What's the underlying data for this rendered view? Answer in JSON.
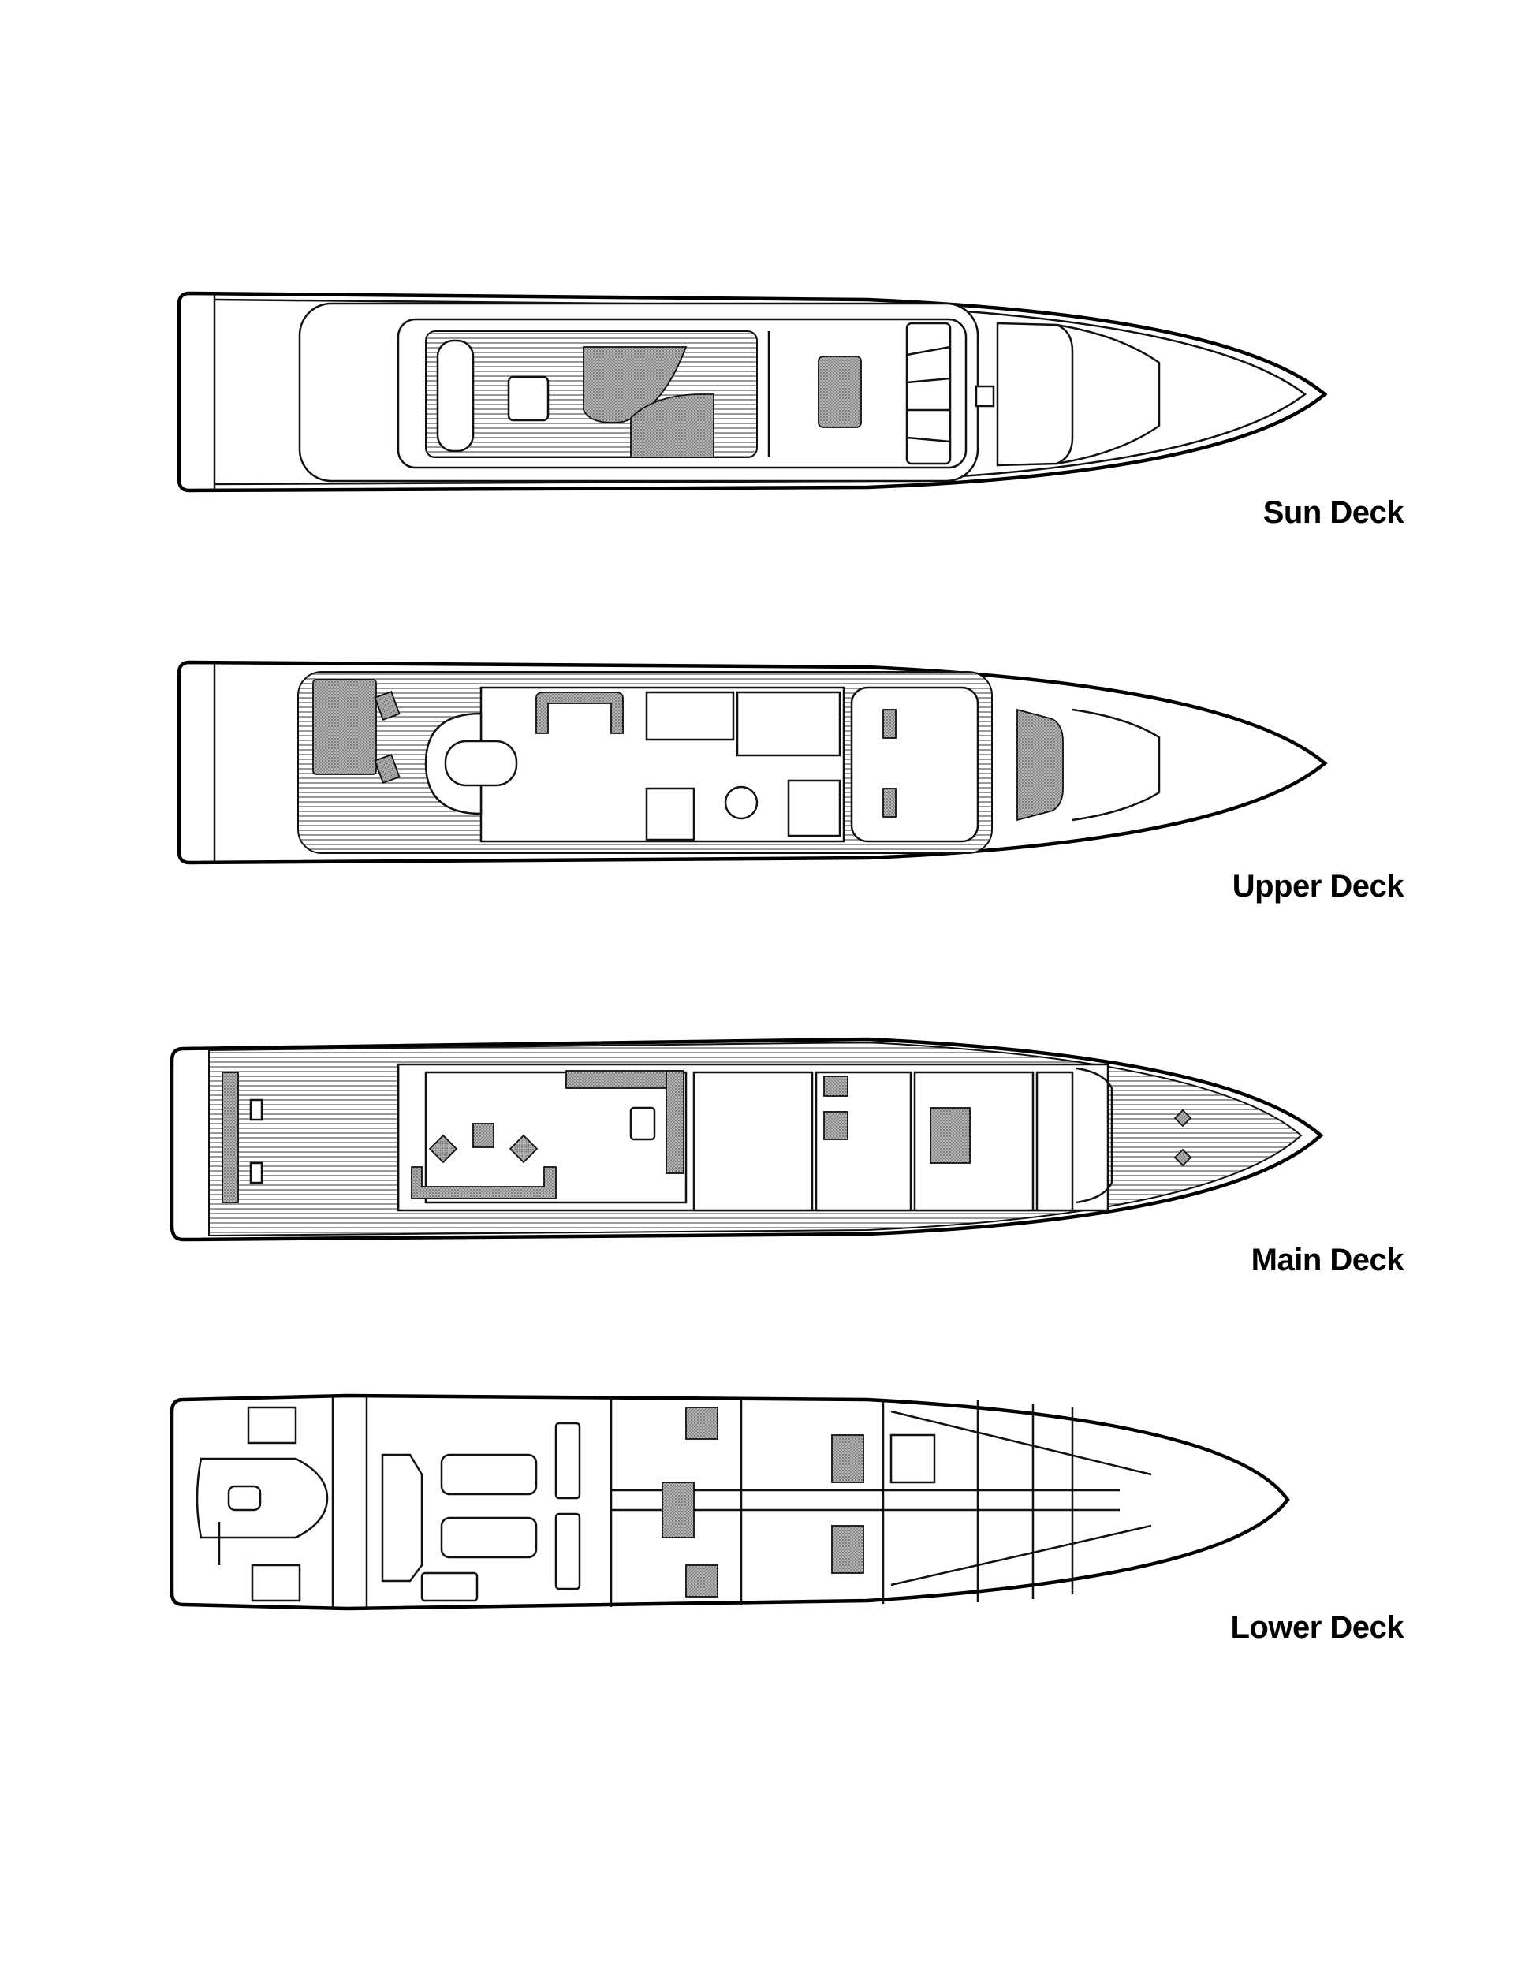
{
  "decks": [
    {
      "name": "Sun Deck"
    },
    {
      "name": "Upper Deck"
    },
    {
      "name": "Main Deck"
    },
    {
      "name": "Lower Deck"
    }
  ],
  "colors": {
    "line": "#111111",
    "cushion": "#9a9a9a",
    "background": "#ffffff"
  }
}
